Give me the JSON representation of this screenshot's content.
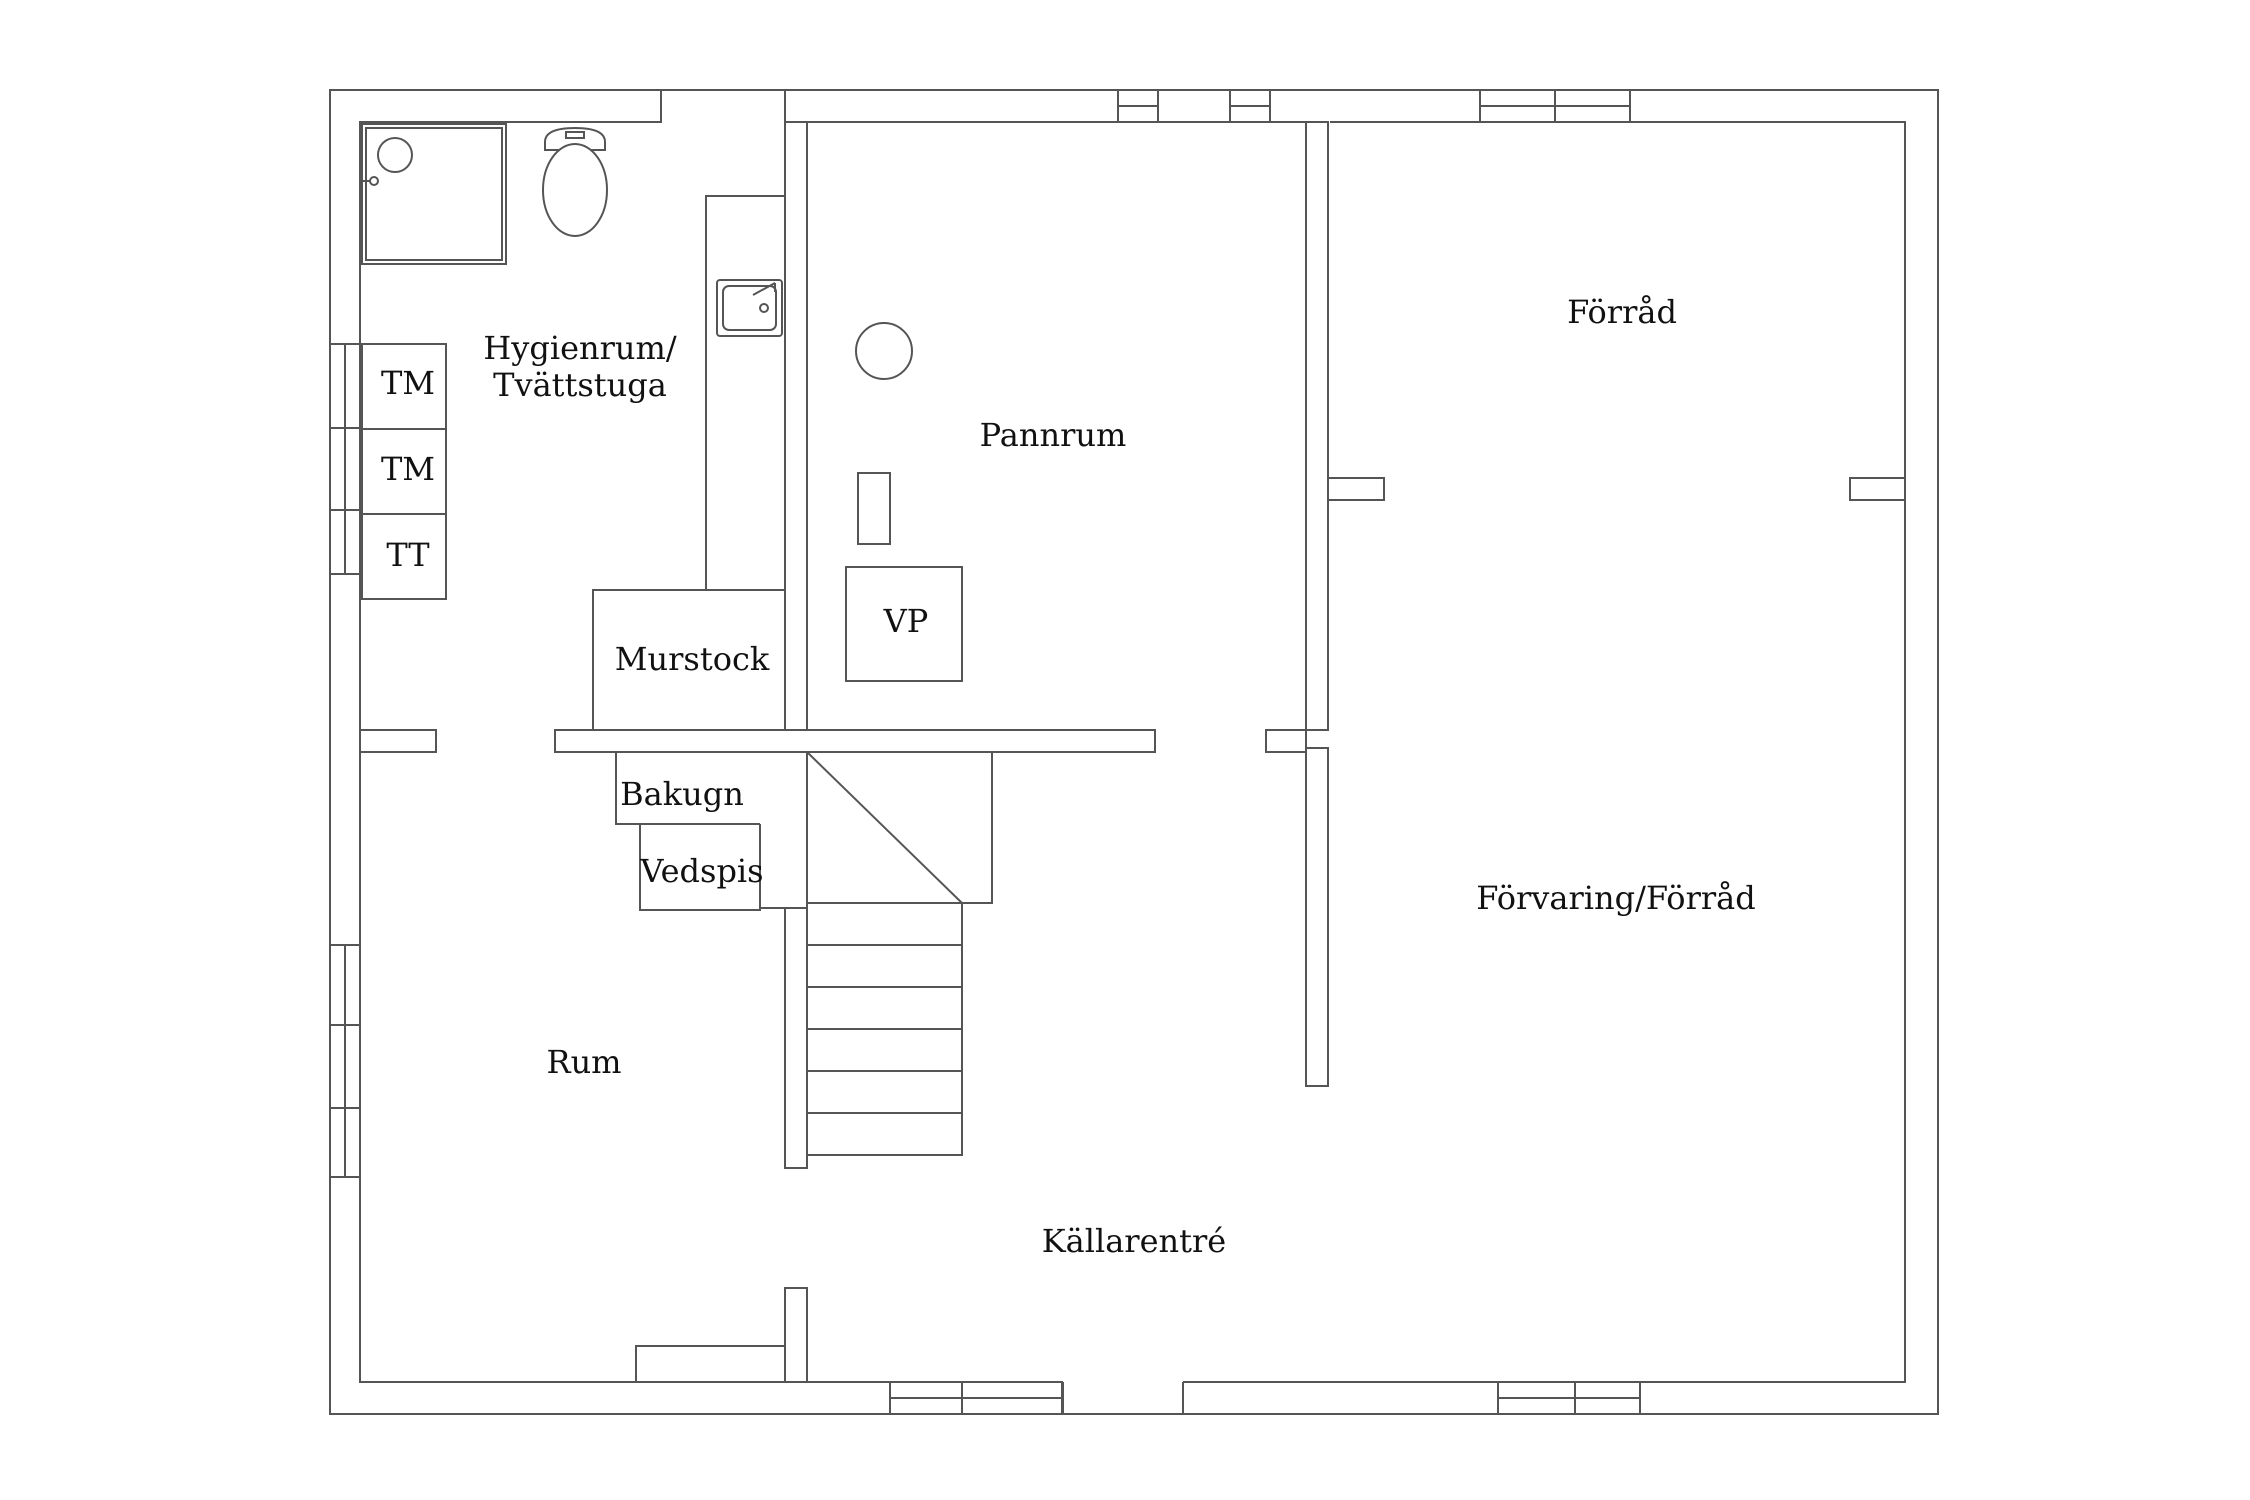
{
  "rooms": {
    "hygienrum_line1": "Hygienrum/",
    "hygienrum_line2": "Tvättstuga",
    "tm1": "TM",
    "tm2": "TM",
    "tt": "TT",
    "murstock": "Murstock",
    "pannrum": "Pannrum",
    "vp": "VP",
    "forrad": "Förråd",
    "forvaring": "Förvaring/Förråd",
    "bakugn": "Bakugn",
    "vedspis": "Vedspis",
    "rum": "Rum",
    "kallarentre": "Källarentré"
  }
}
